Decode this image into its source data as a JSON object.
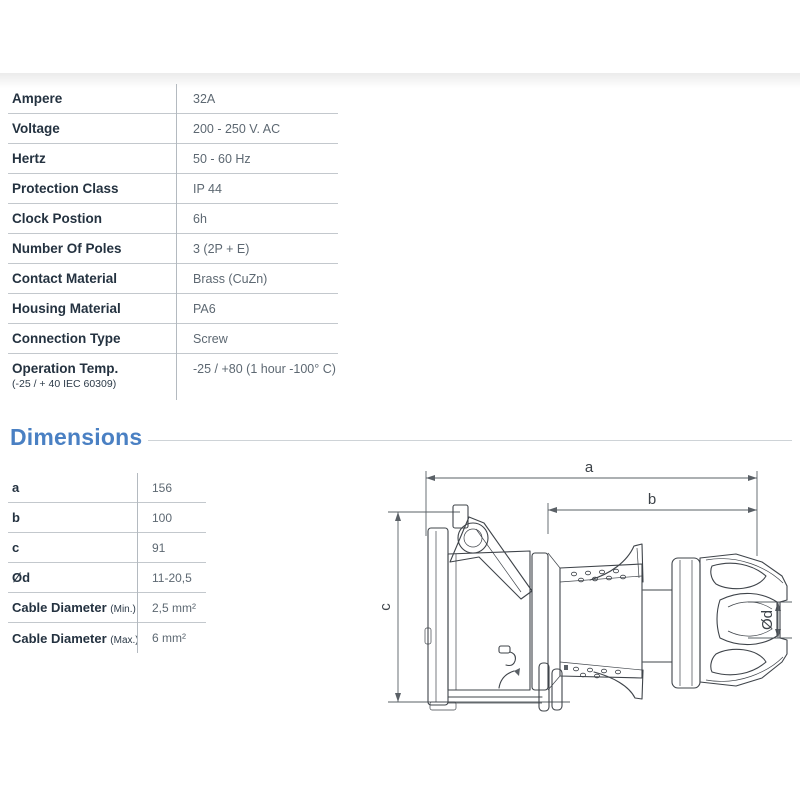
{
  "spec": {
    "rows": [
      {
        "label": "Ampere",
        "value": "32A"
      },
      {
        "label": "Voltage",
        "value": "200 - 250 V. AC"
      },
      {
        "label": "Hertz",
        "value": "50 - 60 Hz"
      },
      {
        "label": "Protection Class",
        "value": "IP 44"
      },
      {
        "label": "Clock Postion",
        "value": "6h"
      },
      {
        "label": "Number Of Poles",
        "value": "3 (2P + E)"
      },
      {
        "label": "Contact Material",
        "value": "Brass (CuZn)"
      },
      {
        "label": "Housing Material",
        "value": "PA6"
      },
      {
        "label": "Connection Type",
        "value": "Screw"
      },
      {
        "label": "Operation Temp.",
        "sublabel": "(-25 / + 40 IEC 60309)",
        "value": "-25 / +80 (1 hour -100° C)"
      }
    ]
  },
  "dimensions": {
    "title": "Dimensions",
    "rows": [
      {
        "label": "a",
        "suffix": "",
        "value": "156"
      },
      {
        "label": "b",
        "suffix": "",
        "value": "100"
      },
      {
        "label": "c",
        "suffix": "",
        "value": "91"
      },
      {
        "label": "Ød",
        "suffix": "",
        "value": "11-20,5"
      },
      {
        "label": "Cable Diameter",
        "suffix": "(Min.)",
        "value": "2,5 mm²"
      },
      {
        "label": "Cable Diameter",
        "suffix": "(Max.)",
        "value": "6 mm²"
      }
    ],
    "drawing": {
      "a": "a",
      "b": "b",
      "c": "c",
      "od": "Ød"
    }
  },
  "colors": {
    "accent_blue": "#4a80c3",
    "label_navy": "#243240",
    "value_gray": "#5d6872",
    "line_gray": "#c3c8cd"
  }
}
